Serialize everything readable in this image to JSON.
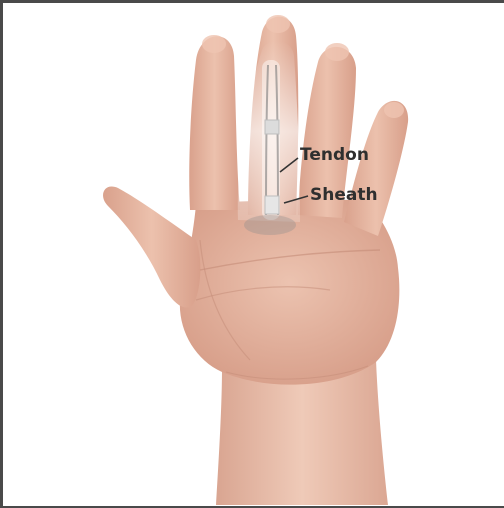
{
  "figure": {
    "labels": {
      "tendon": "Tendon",
      "sheath": "Sheath"
    },
    "colors": {
      "skin": "#e9b9a4",
      "skin_shadow": "#c9907b",
      "frame": "#4a4a4a",
      "label_text": "#2f2f2f"
    },
    "icons": [
      "hand-illustration",
      "tendon-overlay",
      "sheath-overlay"
    ]
  }
}
